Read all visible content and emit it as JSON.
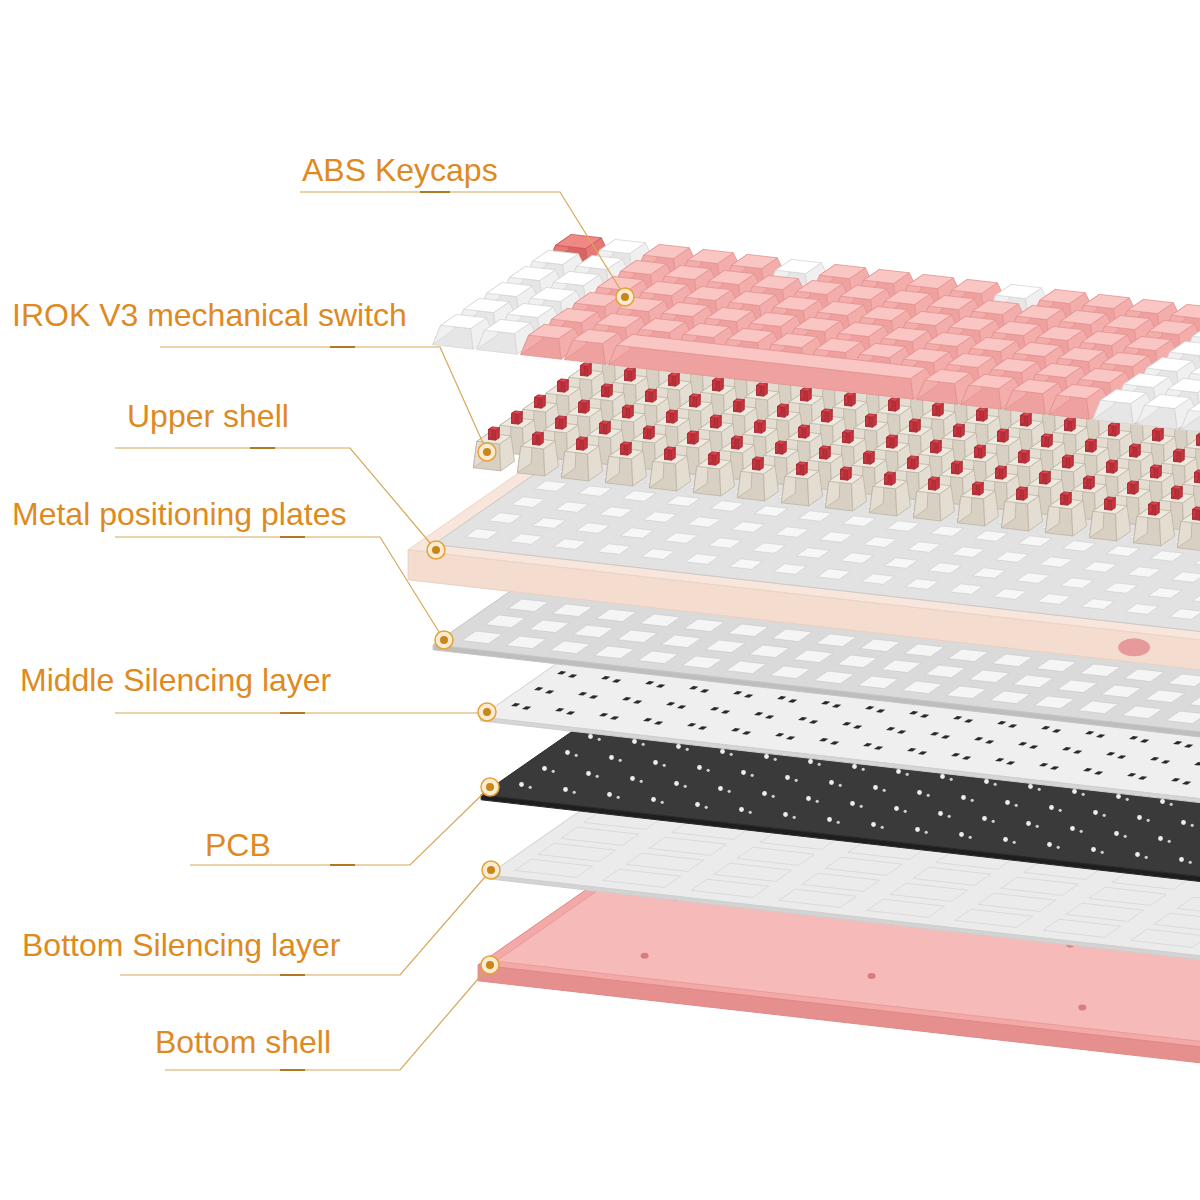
{
  "diagram": {
    "labels": [
      "ABS Keycaps",
      "IROK V3 mechanical switch",
      "Upper shell",
      "Metal positioning plates",
      "Middle Silencing layer",
      "PCB",
      "Bottom Silencing layer",
      "Bottom shell"
    ]
  }
}
